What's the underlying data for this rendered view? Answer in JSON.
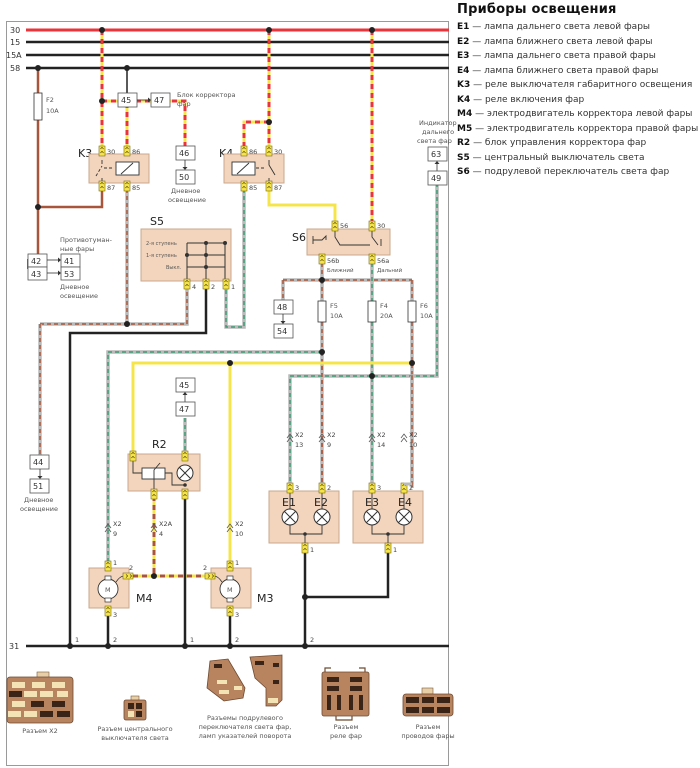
{
  "title": "Приборы освещения",
  "legend": [
    {
      "code": "E1",
      "text": " — лампа дальнего света левой фары"
    },
    {
      "code": "E2",
      "text": " — лампа ближнего света левой фары"
    },
    {
      "code": "E3",
      "text": " — лампа дальнего света правой фары"
    },
    {
      "code": "E4",
      "text": " — лампа ближнего света правой фары"
    },
    {
      "code": "K3",
      "text": " — реле выключателя габаритного освещения"
    },
    {
      "code": "K4",
      "text": " — реле включения фар"
    },
    {
      "code": "M4",
      "text": " — электродвигатель корректора левой фары"
    },
    {
      "code": "M5",
      "text": " — электродвигатель корректора правой фары"
    },
    {
      "code": "R2",
      "text": " — блок управления корректора фар"
    },
    {
      "code": "S5",
      "text": " — центральный выключатель света"
    },
    {
      "code": "S6",
      "text": " — подрулевой переключатель света фар"
    }
  ],
  "buses": {
    "b30": "30",
    "b15": "15",
    "b15a": "15A",
    "b58": "58",
    "b31": "31"
  },
  "fuses": {
    "f2": {
      "name": "F2",
      "rating": "10A"
    },
    "f5": {
      "name": "F5",
      "rating": "10A"
    },
    "f4": {
      "name": "F4",
      "rating": "20A"
    },
    "f6": {
      "name": "F6",
      "rating": "10A"
    }
  },
  "refs": {
    "r45a": "45",
    "r47a": "47",
    "r46": "46",
    "r50": "50",
    "r42": "42",
    "r41": "41",
    "r43": "43",
    "r53": "53",
    "r48": "48",
    "r54": "54",
    "r63": "63",
    "r49": "49",
    "r44": "44",
    "r51": "51",
    "r45b": "45",
    "r47b": "47"
  },
  "annotations": {
    "corrector_block": "Блок корректора",
    "corrector_block2": "фар",
    "day_light": "Дневное",
    "day_light2": "освещение",
    "fog1": "Противотуман-",
    "fog2": "ные фары",
    "hb_ind1": "Индикатор",
    "hb_ind2": "дальнего",
    "hb_ind3": "света фар"
  },
  "components": {
    "k3": "K3",
    "k4": "K4",
    "s5": "S5",
    "s6": "S6",
    "r2": "R2",
    "e1": "E1",
    "e2": "E2",
    "e3": "E3",
    "e4": "E4",
    "m4": "M4",
    "m3": "M3",
    "m": "M"
  },
  "pins": {
    "k3": [
      "30",
      "86",
      "87",
      "85"
    ],
    "k4": [
      "86",
      "30",
      "85",
      "87"
    ],
    "s5": [
      "4",
      "2",
      "1"
    ],
    "s5_modes": [
      "2-я ступень",
      "1-я ступень",
      "Выкл."
    ],
    "s6": [
      "56",
      "30",
      "56b",
      "56a"
    ],
    "s6_names": [
      "Ближний",
      "Дальний"
    ],
    "e": [
      "3",
      "2",
      "1"
    ],
    "m": [
      "1",
      "2",
      "3"
    ],
    "ground": [
      "1",
      "2",
      "1",
      "2",
      "2"
    ]
  },
  "x2": {
    "label": "X2",
    "label_a": "X2A",
    "m4": "9",
    "r2": "4",
    "m3": "10",
    "e1": "13",
    "e2": "9",
    "e3": "14",
    "e4": "10"
  },
  "connectors": [
    {
      "lines": [
        "Разъем X2"
      ]
    },
    {
      "lines": [
        "Разъем центрального",
        "выключателя света"
      ]
    },
    {
      "lines": [
        "Разъемы подрулевого",
        "переключателя света фар,",
        "ламп указателей поворота"
      ]
    },
    {
      "lines": [
        "Разъем",
        "реле фар"
      ]
    },
    {
      "lines": [
        "Разъем",
        "проводов фары"
      ]
    }
  ],
  "colors": {
    "red": "#e8343a",
    "yellow": "#f6e54a",
    "brown": "#a9553b",
    "black": "#222222",
    "green": "#3d9a72",
    "grey": "#b9b9b9",
    "component_fill": "#f3d5bd",
    "connector_fill": "#b88460"
  }
}
